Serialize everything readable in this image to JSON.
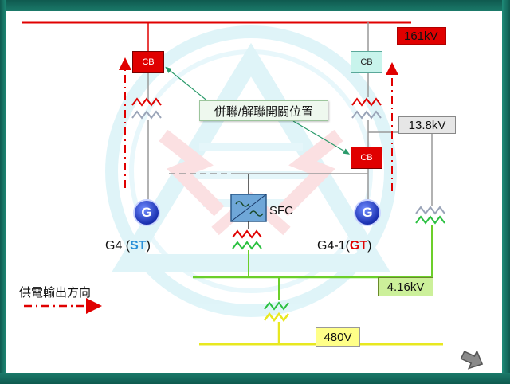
{
  "buses": {
    "kv161": "161kV",
    "kv13_8": "13.8kV",
    "kv4_16": "4.16kV",
    "v480": "480V"
  },
  "breakers": {
    "g4": "CB",
    "g4_1_top": "CB",
    "g4_1_mid": "CB"
  },
  "callout": "併聯/解聯開關位置",
  "generators": {
    "g4_symbol": "G",
    "g41_symbol": "G",
    "g4_label_prefix": "G4 (",
    "g4_label_code": "ST",
    "g4_label_suffix": ")",
    "g41_label_prefix": "G4-1(",
    "g41_label_code": "GT",
    "g41_label_suffix": ")"
  },
  "sfc_label": "SFC",
  "legend": {
    "text": "供電輸出方向"
  },
  "colors": {
    "bus_161kv": "#e00000",
    "bus_4_16kv": "#6ccf2a",
    "bus_480v": "#e8e820",
    "power_arrow": "#e00000",
    "generator": "#1a2fb0"
  },
  "icons": {
    "nav": "next-arrow-icon"
  }
}
